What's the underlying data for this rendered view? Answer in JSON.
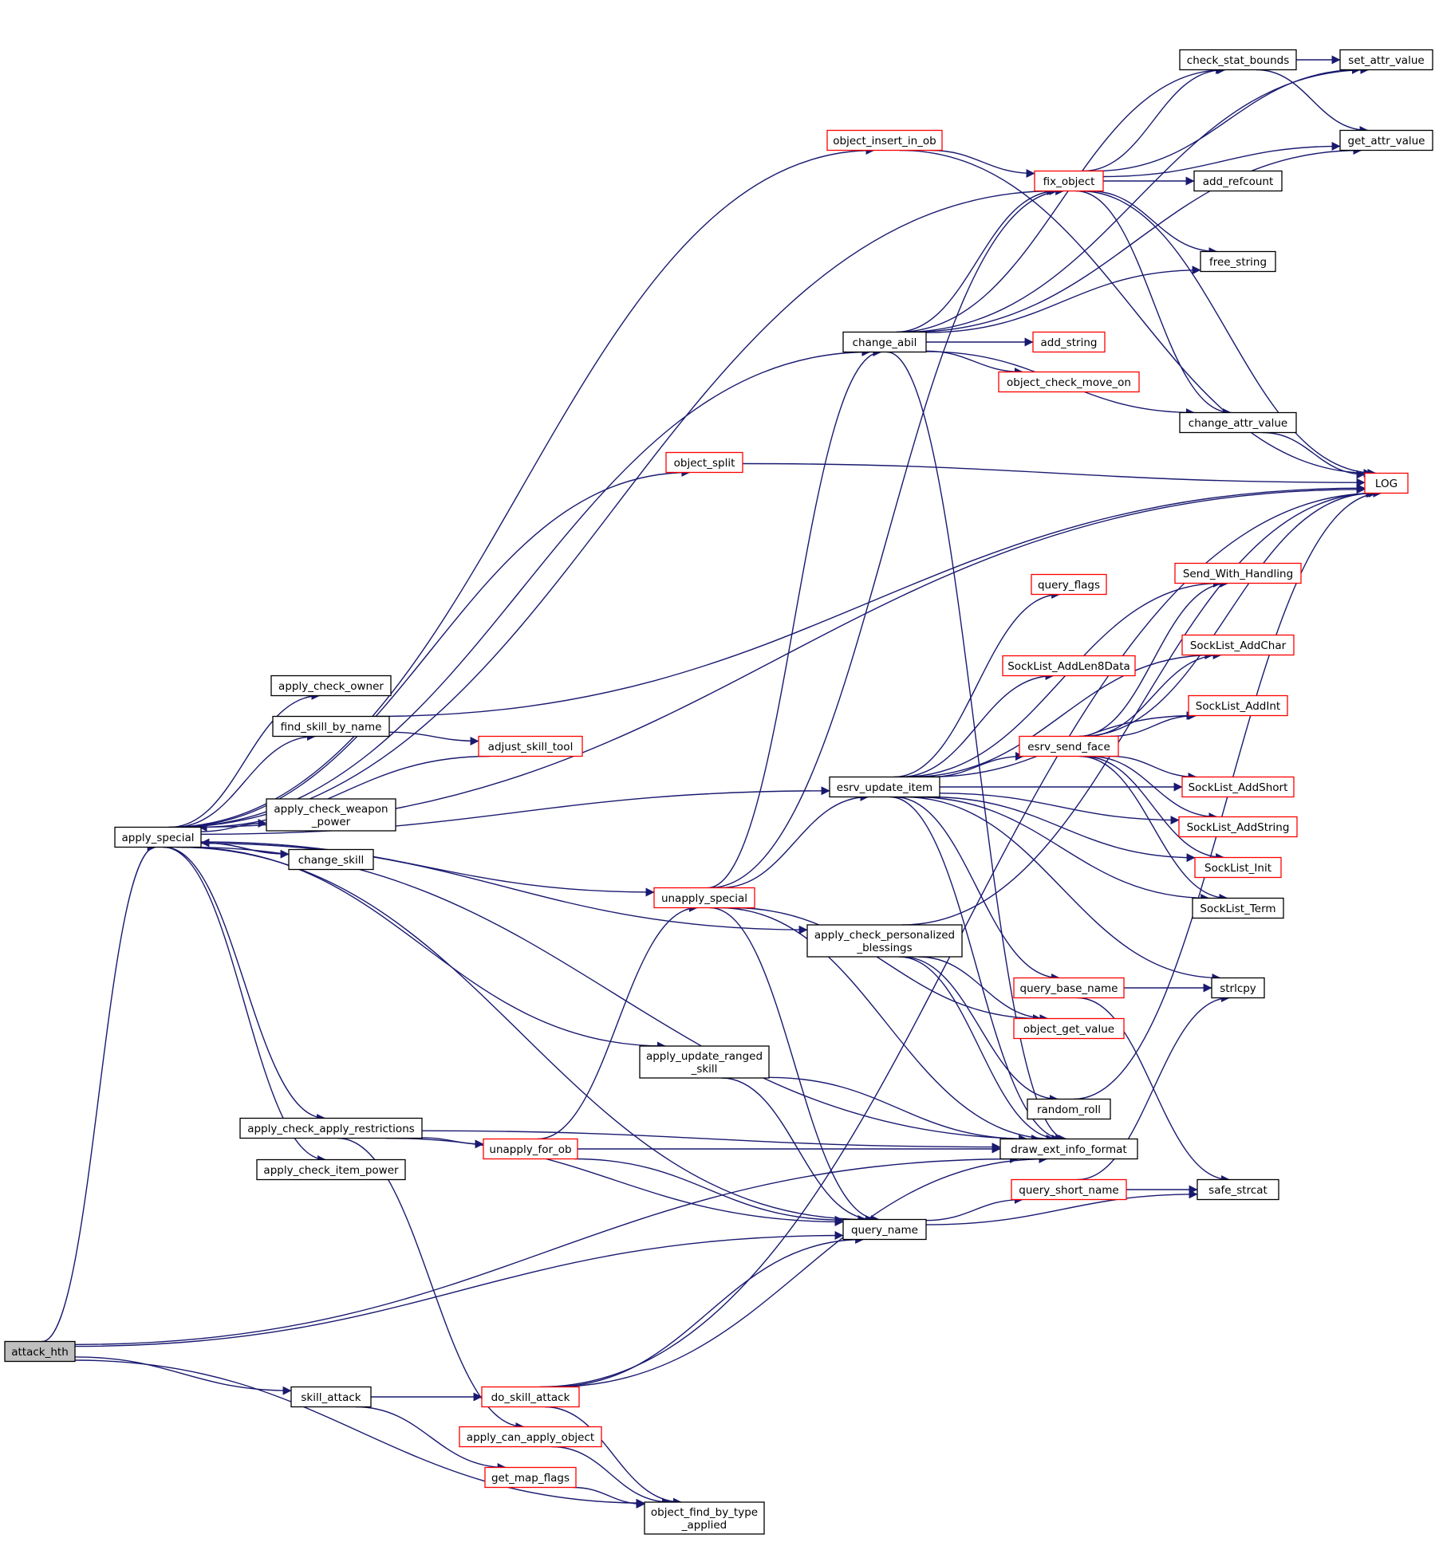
{
  "graph": {
    "colors": {
      "edge": "#191970",
      "node_border": "#000000",
      "truncated_border": "#ff0000",
      "root_fill": "#bfbfbf",
      "background": "#ffffff"
    },
    "nodes": [
      {
        "id": "attack_hth",
        "lines": [
          "attack_hth"
        ],
        "style": "root"
      },
      {
        "id": "apply_special",
        "lines": [
          "apply_special"
        ],
        "style": "normal"
      },
      {
        "id": "skill_attack",
        "lines": [
          "skill_attack"
        ],
        "style": "normal"
      },
      {
        "id": "object_insert_in_ob",
        "lines": [
          "object_insert_in_ob"
        ],
        "style": "truncated"
      },
      {
        "id": "fix_object",
        "lines": [
          "fix_object"
        ],
        "style": "truncated"
      },
      {
        "id": "change_abil",
        "lines": [
          "change_abil"
        ],
        "style": "normal"
      },
      {
        "id": "object_split",
        "lines": [
          "object_split"
        ],
        "style": "truncated"
      },
      {
        "id": "apply_check_owner",
        "lines": [
          "apply_check_owner"
        ],
        "style": "normal"
      },
      {
        "id": "find_skill_by_name",
        "lines": [
          "find_skill_by_name"
        ],
        "style": "normal"
      },
      {
        "id": "adjust_skill_tool",
        "lines": [
          "adjust_skill_tool"
        ],
        "style": "truncated"
      },
      {
        "id": "apply_check_weapon_power",
        "lines": [
          "apply_check_weapon",
          "_power"
        ],
        "style": "normal"
      },
      {
        "id": "change_skill",
        "lines": [
          "change_skill"
        ],
        "style": "normal"
      },
      {
        "id": "unapply_special",
        "lines": [
          "unapply_special"
        ],
        "style": "truncated"
      },
      {
        "id": "esrv_update_item",
        "lines": [
          "esrv_update_item"
        ],
        "style": "normal"
      },
      {
        "id": "apply_check_personalized_blessings",
        "lines": [
          "apply_check_personalized",
          "_blessings"
        ],
        "style": "normal"
      },
      {
        "id": "apply_update_ranged_skill",
        "lines": [
          "apply_update_ranged",
          "_skill"
        ],
        "style": "normal"
      },
      {
        "id": "apply_check_apply_restrictions",
        "lines": [
          "apply_check_apply_restrictions"
        ],
        "style": "normal"
      },
      {
        "id": "apply_check_item_power",
        "lines": [
          "apply_check_item_power"
        ],
        "style": "normal"
      },
      {
        "id": "unapply_for_ob",
        "lines": [
          "unapply_for_ob"
        ],
        "style": "truncated"
      },
      {
        "id": "query_name",
        "lines": [
          "query_name"
        ],
        "style": "normal"
      },
      {
        "id": "do_skill_attack",
        "lines": [
          "do_skill_attack"
        ],
        "style": "truncated"
      },
      {
        "id": "apply_can_apply_object",
        "lines": [
          "apply_can_apply_object"
        ],
        "style": "truncated"
      },
      {
        "id": "get_map_flags",
        "lines": [
          "get_map_flags"
        ],
        "style": "truncated"
      },
      {
        "id": "object_find_by_type_applied",
        "lines": [
          "object_find_by_type",
          "_applied"
        ],
        "style": "normal"
      },
      {
        "id": "check_stat_bounds",
        "lines": [
          "check_stat_bounds"
        ],
        "style": "normal"
      },
      {
        "id": "set_attr_value",
        "lines": [
          "set_attr_value"
        ],
        "style": "normal"
      },
      {
        "id": "get_attr_value",
        "lines": [
          "get_attr_value"
        ],
        "style": "normal"
      },
      {
        "id": "add_refcount",
        "lines": [
          "add_refcount"
        ],
        "style": "normal"
      },
      {
        "id": "free_string",
        "lines": [
          "free_string"
        ],
        "style": "normal"
      },
      {
        "id": "add_string",
        "lines": [
          "add_string"
        ],
        "style": "truncated"
      },
      {
        "id": "object_check_move_on",
        "lines": [
          "object_check_move_on"
        ],
        "style": "truncated"
      },
      {
        "id": "change_attr_value",
        "lines": [
          "change_attr_value"
        ],
        "style": "normal"
      },
      {
        "id": "LOG",
        "lines": [
          "LOG"
        ],
        "style": "truncated"
      },
      {
        "id": "Send_With_Handling",
        "lines": [
          "Send_With_Handling"
        ],
        "style": "truncated"
      },
      {
        "id": "query_flags",
        "lines": [
          "query_flags"
        ],
        "style": "truncated"
      },
      {
        "id": "SockList_AddChar",
        "lines": [
          "SockList_AddChar"
        ],
        "style": "truncated"
      },
      {
        "id": "SockList_AddLen8Data",
        "lines": [
          "SockList_AddLen8Data"
        ],
        "style": "truncated"
      },
      {
        "id": "SockList_AddInt",
        "lines": [
          "SockList_AddInt"
        ],
        "style": "truncated"
      },
      {
        "id": "esrv_send_face",
        "lines": [
          "esrv_send_face"
        ],
        "style": "truncated"
      },
      {
        "id": "SockList_AddShort",
        "lines": [
          "SockList_AddShort"
        ],
        "style": "truncated"
      },
      {
        "id": "SockList_AddString",
        "lines": [
          "SockList_AddString"
        ],
        "style": "truncated"
      },
      {
        "id": "SockList_Init",
        "lines": [
          "SockList_Init"
        ],
        "style": "truncated"
      },
      {
        "id": "SockList_Term",
        "lines": [
          "SockList_Term"
        ],
        "style": "normal"
      },
      {
        "id": "query_base_name",
        "lines": [
          "query_base_name"
        ],
        "style": "truncated"
      },
      {
        "id": "strlcpy",
        "lines": [
          "strlcpy"
        ],
        "style": "normal"
      },
      {
        "id": "object_get_value",
        "lines": [
          "object_get_value"
        ],
        "style": "truncated"
      },
      {
        "id": "random_roll",
        "lines": [
          "random_roll"
        ],
        "style": "normal"
      },
      {
        "id": "draw_ext_info_format",
        "lines": [
          "draw_ext_info_format"
        ],
        "style": "normal"
      },
      {
        "id": "query_short_name",
        "lines": [
          "query_short_name"
        ],
        "style": "truncated"
      },
      {
        "id": "safe_strcat",
        "lines": [
          "safe_strcat"
        ],
        "style": "normal"
      }
    ],
    "edges": [
      [
        "attack_hth",
        "apply_special"
      ],
      [
        "attack_hth",
        "query_name"
      ],
      [
        "attack_hth",
        "draw_ext_info_format"
      ],
      [
        "attack_hth",
        "skill_attack"
      ],
      [
        "attack_hth",
        "object_find_by_type_applied"
      ],
      [
        "apply_special",
        "object_insert_in_ob"
      ],
      [
        "apply_special",
        "fix_object"
      ],
      [
        "apply_special",
        "LOG"
      ],
      [
        "apply_special",
        "change_abil"
      ],
      [
        "apply_special",
        "object_split"
      ],
      [
        "apply_special",
        "apply_check_owner"
      ],
      [
        "apply_special",
        "find_skill_by_name"
      ],
      [
        "apply_special",
        "esrv_update_item"
      ],
      [
        "apply_special",
        "apply_check_weapon_power"
      ],
      [
        "apply_special",
        "change_skill"
      ],
      [
        "apply_special",
        "unapply_special"
      ],
      [
        "apply_special",
        "apply_check_personalized_blessings"
      ],
      [
        "apply_special",
        "draw_ext_info_format"
      ],
      [
        "apply_special",
        "apply_update_ranged_skill"
      ],
      [
        "apply_special",
        "apply_check_apply_restrictions"
      ],
      [
        "apply_special",
        "apply_check_item_power"
      ],
      [
        "apply_special",
        "query_name"
      ],
      [
        "find_skill_by_name",
        "adjust_skill_tool"
      ],
      [
        "find_skill_by_name",
        "LOG"
      ],
      [
        "adjust_skill_tool",
        "apply_special"
      ],
      [
        "change_skill",
        "apply_special"
      ],
      [
        "object_insert_in_ob",
        "fix_object"
      ],
      [
        "object_insert_in_ob",
        "LOG"
      ],
      [
        "fix_object",
        "check_stat_bounds"
      ],
      [
        "fix_object",
        "set_attr_value"
      ],
      [
        "fix_object",
        "get_attr_value"
      ],
      [
        "fix_object",
        "add_refcount"
      ],
      [
        "fix_object",
        "free_string"
      ],
      [
        "fix_object",
        "change_attr_value"
      ],
      [
        "fix_object",
        "LOG"
      ],
      [
        "check_stat_bounds",
        "set_attr_value"
      ],
      [
        "check_stat_bounds",
        "get_attr_value"
      ],
      [
        "change_abil",
        "fix_object"
      ],
      [
        "change_abil",
        "check_stat_bounds"
      ],
      [
        "change_abil",
        "set_attr_value"
      ],
      [
        "change_abil",
        "get_attr_value"
      ],
      [
        "change_abil",
        "free_string"
      ],
      [
        "change_abil",
        "add_string"
      ],
      [
        "change_abil",
        "object_check_move_on"
      ],
      [
        "change_abil",
        "change_attr_value"
      ],
      [
        "change_abil",
        "draw_ext_info_format"
      ],
      [
        "change_attr_value",
        "LOG"
      ],
      [
        "object_split",
        "LOG"
      ],
      [
        "unapply_special",
        "fix_object"
      ],
      [
        "unapply_special",
        "change_abil"
      ],
      [
        "unapply_special",
        "esrv_update_item"
      ],
      [
        "unapply_special",
        "draw_ext_info_format"
      ],
      [
        "unapply_special",
        "query_name"
      ],
      [
        "unapply_special",
        "object_get_value"
      ],
      [
        "esrv_update_item",
        "Send_With_Handling"
      ],
      [
        "esrv_update_item",
        "query_flags"
      ],
      [
        "esrv_update_item",
        "SockList_AddChar"
      ],
      [
        "esrv_update_item",
        "SockList_AddLen8Data"
      ],
      [
        "esrv_update_item",
        "SockList_AddInt"
      ],
      [
        "esrv_update_item",
        "esrv_send_face"
      ],
      [
        "esrv_update_item",
        "SockList_AddShort"
      ],
      [
        "esrv_update_item",
        "SockList_AddString"
      ],
      [
        "esrv_update_item",
        "SockList_Init"
      ],
      [
        "esrv_update_item",
        "SockList_Term"
      ],
      [
        "esrv_update_item",
        "strlcpy"
      ],
      [
        "esrv_update_item",
        "query_base_name"
      ],
      [
        "esrv_update_item",
        "draw_ext_info_format"
      ],
      [
        "esrv_send_face",
        "Send_With_Handling"
      ],
      [
        "esrv_send_face",
        "SockList_AddChar"
      ],
      [
        "esrv_send_face",
        "SockList_AddInt"
      ],
      [
        "esrv_send_face",
        "SockList_AddShort"
      ],
      [
        "esrv_send_face",
        "SockList_AddString"
      ],
      [
        "esrv_send_face",
        "SockList_Init"
      ],
      [
        "esrv_send_face",
        "SockList_Term"
      ],
      [
        "esrv_send_face",
        "LOG"
      ],
      [
        "apply_check_personalized_blessings",
        "object_get_value"
      ],
      [
        "apply_check_personalized_blessings",
        "random_roll"
      ],
      [
        "apply_check_personalized_blessings",
        "draw_ext_info_format"
      ],
      [
        "apply_check_personalized_blessings",
        "LOG"
      ],
      [
        "apply_update_ranged_skill",
        "draw_ext_info_format"
      ],
      [
        "apply_update_ranged_skill",
        "query_name"
      ],
      [
        "apply_check_apply_restrictions",
        "draw_ext_info_format"
      ],
      [
        "apply_check_apply_restrictions",
        "unapply_for_ob"
      ],
      [
        "apply_check_apply_restrictions",
        "query_name"
      ],
      [
        "apply_check_apply_restrictions",
        "apply_can_apply_object"
      ],
      [
        "unapply_for_ob",
        "unapply_special"
      ],
      [
        "unapply_for_ob",
        "draw_ext_info_format"
      ],
      [
        "unapply_for_ob",
        "query_name"
      ],
      [
        "query_base_name",
        "strlcpy"
      ],
      [
        "query_base_name",
        "safe_strcat"
      ],
      [
        "random_roll",
        "LOG"
      ],
      [
        "query_name",
        "query_short_name"
      ],
      [
        "query_name",
        "safe_strcat"
      ],
      [
        "query_short_name",
        "strlcpy"
      ],
      [
        "query_short_name",
        "safe_strcat"
      ],
      [
        "skill_attack",
        "do_skill_attack"
      ],
      [
        "skill_attack",
        "get_map_flags"
      ],
      [
        "do_skill_attack",
        "query_name"
      ],
      [
        "do_skill_attack",
        "draw_ext_info_format"
      ],
      [
        "do_skill_attack",
        "object_find_by_type_applied"
      ],
      [
        "do_skill_attack",
        "LOG"
      ],
      [
        "apply_can_apply_object",
        "object_find_by_type_applied"
      ],
      [
        "get_map_flags",
        "object_find_by_type_applied"
      ]
    ]
  }
}
